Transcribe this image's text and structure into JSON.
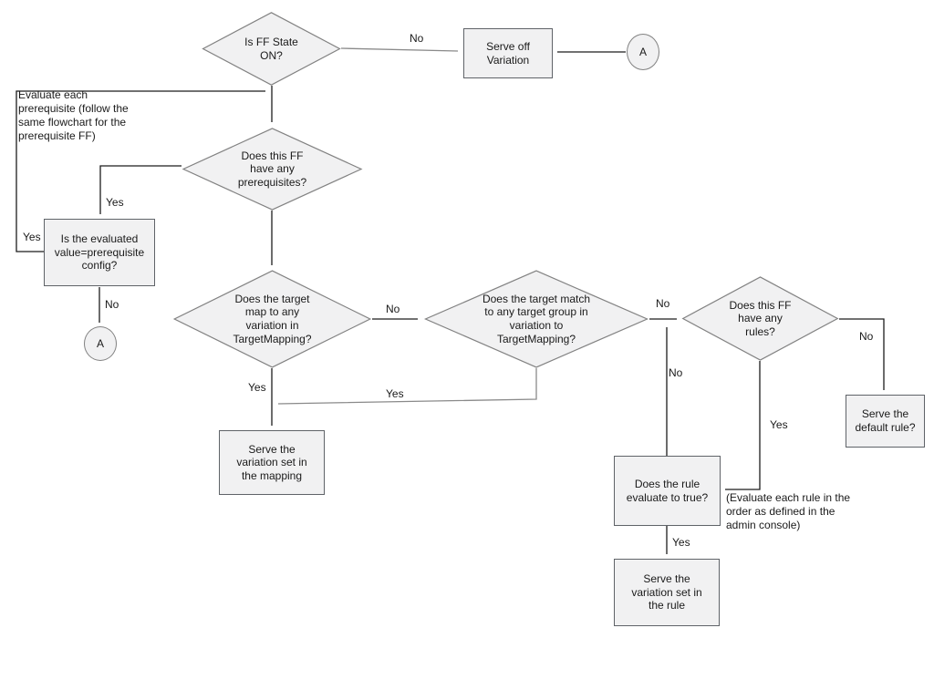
{
  "nodes": {
    "is_ff_state_on": "Is FF State ON?",
    "serve_off_variation": "Serve off Variation",
    "connector_a_top": "A",
    "has_prerequisites": "Does this FF have any prerequisites?",
    "evaluated_value": "Is the evaluated value=prerequisite config?",
    "connector_a_bottom": "A",
    "target_mapping": "Does the target map to any variation in TargetMapping?",
    "target_group": "Does the target match to any target group in variation to TargetMapping?",
    "has_rules": "Does this FF have any rules?",
    "serve_default_rule": "Serve the default rule?",
    "rule_evaluates_true": "Does the rule evaluate to true?",
    "serve_variation_rule": "Serve the variation set in the rule",
    "serve_variation_mapping": "Serve the variation set in the mapping"
  },
  "notes": {
    "prerequisite_note": "Evaluate each prerequisite (follow the same flowchart for the prerequisite FF)",
    "rules_order_note": "(Evaluate each rule in the order as defined in the admin console)"
  },
  "edge_labels": {
    "no_ff_off": "No",
    "yes_prereq": "Yes",
    "yes_prereq_return": "Yes",
    "no_prereq_fail": "No",
    "no_target_map": "No",
    "no_target_group": "No",
    "no_rule_retry": "No",
    "no_rules": "No",
    "yes_rules": "Yes",
    "yes_rule_true": "Yes",
    "yes_target_map": "Yes",
    "yes_target_group": "Yes"
  },
  "colors": {
    "shape_fill": "#f1f1f2",
    "shape_border": "#828282",
    "rect_border": "#5f6368",
    "line_dark": "#1c1c1c",
    "line_gray": "#8a8a8a",
    "background": "#ffffff",
    "text": "#1a1a1a"
  }
}
